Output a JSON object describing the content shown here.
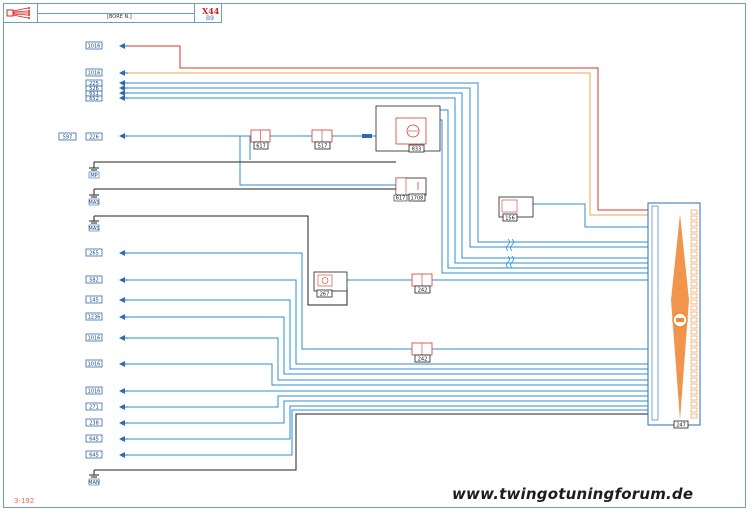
{
  "header": {
    "code": "X44",
    "subcode": "B9",
    "doc_label": "[BORE N.]"
  },
  "page_number": "3-192",
  "watermark": "www.twingotuningforum.de",
  "colors": {
    "frame": "#6aa0c8",
    "wire_blue": "#2d8fd6",
    "wire_red": "#d63a2a",
    "wire_orange": "#f0a64a",
    "wire_black": "#222222",
    "connector": "#2a6db5",
    "ecu_fill": "#f08a3a"
  },
  "connectors": [
    {
      "id": "c1",
      "label": "1016"
    },
    {
      "id": "c2",
      "label": "1016"
    },
    {
      "id": "c3",
      "label": "225"
    },
    {
      "id": "c4",
      "label": "526"
    },
    {
      "id": "c5",
      "label": "651"
    },
    {
      "id": "c6",
      "label": "652"
    },
    {
      "id": "c7",
      "label": "226"
    },
    {
      "id": "c7b",
      "label": "597"
    },
    {
      "id": "c8",
      "label": "265"
    },
    {
      "id": "c9",
      "label": "582"
    },
    {
      "id": "c10",
      "label": "145"
    },
    {
      "id": "c11",
      "label": "1236"
    },
    {
      "id": "c12",
      "label": "1016"
    },
    {
      "id": "c13",
      "label": "1016"
    },
    {
      "id": "c14",
      "label": "1016"
    },
    {
      "id": "c15",
      "label": "271"
    },
    {
      "id": "c16",
      "label": "238"
    },
    {
      "id": "c17",
      "label": "645"
    },
    {
      "id": "c18",
      "label": "645"
    }
  ],
  "grounds": [
    {
      "id": "g1",
      "label": "MP"
    },
    {
      "id": "g2",
      "label": "MAS"
    },
    {
      "id": "g3",
      "label": "MAS"
    },
    {
      "id": "g4",
      "label": "MAN"
    }
  ],
  "components": [
    {
      "id": "k1",
      "label": "617"
    },
    {
      "id": "k2",
      "label": "517"
    },
    {
      "id": "k3",
      "label": "833"
    },
    {
      "id": "k4",
      "label": "617"
    },
    {
      "id": "k5",
      "label": "1708"
    },
    {
      "id": "k6",
      "label": "156"
    },
    {
      "id": "k7",
      "label": "267"
    },
    {
      "id": "k8",
      "label": "242"
    },
    {
      "id": "k9",
      "label": "242"
    },
    {
      "id": "ecu",
      "label": "247"
    }
  ]
}
